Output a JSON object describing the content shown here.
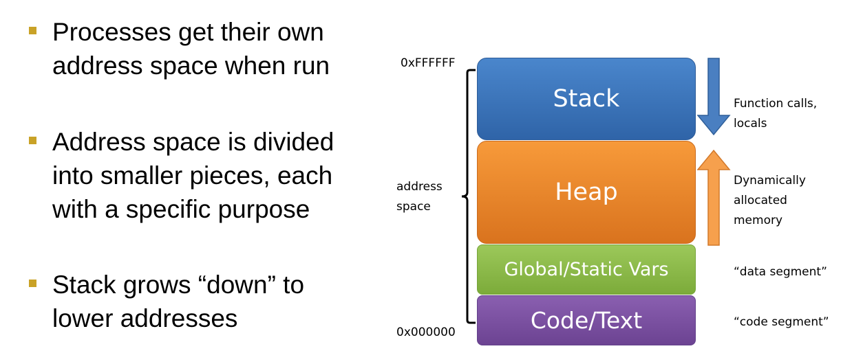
{
  "bullets": [
    {
      "text": "Processes get their own\naddress space when run"
    },
    {
      "text": "Address space is divided\ninto smaller pieces, each\nwith a specific purpose"
    },
    {
      "text": "Stack grows “down” to\nlower addresses"
    }
  ],
  "diagram": {
    "top_address": "0xFFFFFF",
    "bottom_address": "0x000000",
    "space_label": "address\nspace",
    "segments": {
      "stack": {
        "label": "Stack",
        "color": "#3a74bd"
      },
      "heap": {
        "label": "Heap",
        "color": "#f08a2c"
      },
      "global": {
        "label": "Global/Static Vars",
        "color": "#8dbb4a"
      },
      "code": {
        "label": "Code/Text",
        "color": "#7b51a2"
      }
    },
    "notes": {
      "stack": "Function calls,\nlocals",
      "heap": "Dynamically\nallocated\nmemory",
      "data": "“data segment”",
      "code": "“code segment”"
    },
    "arrows": {
      "stack_direction": "down",
      "heap_direction": "up",
      "stack_arrow_color": "#4a7fc1",
      "heap_arrow_color": "#f6a04d"
    }
  }
}
